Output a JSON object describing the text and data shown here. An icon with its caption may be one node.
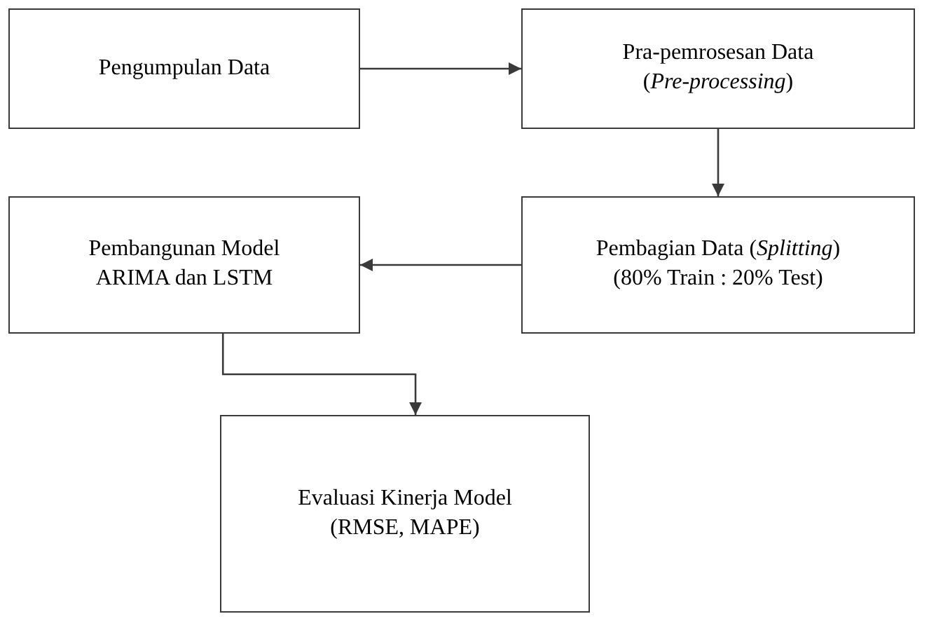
{
  "diagram": {
    "nodes": [
      {
        "text": [
          "Pengumpulan Data"
        ]
      },
      {
        "text": [
          "Pra-pemrosesan Data",
          "(*Pre-processing*)"
        ]
      },
      {
        "text": [
          "Pembagian Data (*Splitting*)",
          "(80% Train : 20% Test)"
        ]
      },
      {
        "text": [
          "Pembangunan Model",
          "ARIMA dan LSTM"
        ]
      },
      {
        "text": [
          "Evaluasi Kinerja Model",
          "(RMSE, MAPE)"
        ]
      }
    ],
    "edges": [
      {
        "from": 0,
        "to": 1,
        "arrow": "to"
      },
      {
        "from": 1,
        "to": 2,
        "arrow": "to"
      },
      {
        "from": 2,
        "to": 3,
        "arrow": "to"
      },
      {
        "from": 3,
        "to": 4,
        "arrow": "to"
      }
    ]
  }
}
